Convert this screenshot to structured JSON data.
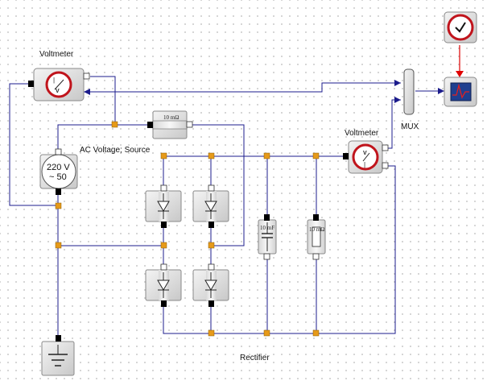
{
  "labels": {
    "voltmeter_top": "Voltmeter",
    "voltmeter_right": "Voltmeter",
    "mux": "MUX",
    "source_label": "AC Voltage; Source",
    "source_value_1": "220 V",
    "source_value_2": "~ 50",
    "resistor_series": "10 mΩ",
    "capacitor": "10 mF",
    "resistor_load": "10 mΩ",
    "rectifier": "Rectifier"
  },
  "icons": {
    "voltmeter": "voltmeter-gauge-icon",
    "clock": "clock-icon",
    "scope": "scope-icon",
    "diode": "diode-icon",
    "ground": "ground-icon"
  },
  "colors": {
    "wire": "#1c1c8c",
    "node": "#e69a1a",
    "event_link": "#e00000",
    "meter_ring": "#c0141c"
  }
}
